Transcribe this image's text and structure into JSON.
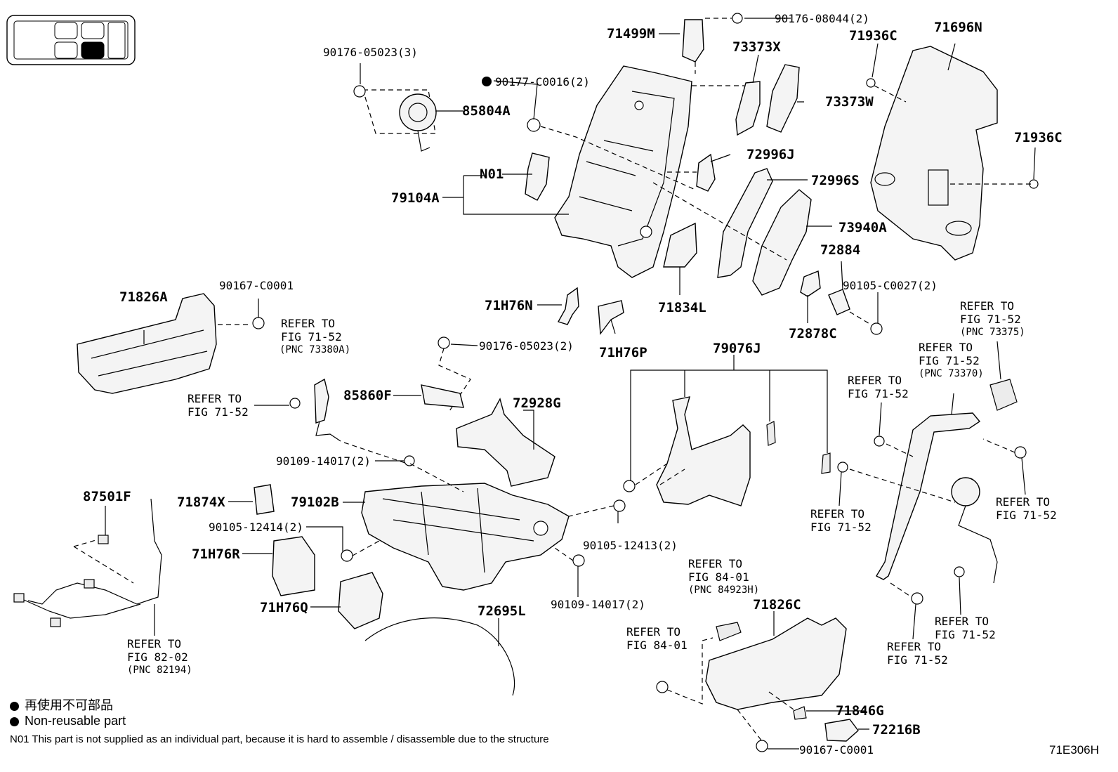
{
  "labels": {
    "p71499M": "71499M",
    "p90176_08044": "90176-08044(2)",
    "p71936C_a": "71936C",
    "p71696N": "71696N",
    "p73373X": "73373X",
    "p90176_05023_3": "90176-05023(3)",
    "p90177": "90177-C0016(2)",
    "p85804A": "85804A",
    "p73373W": "73373W",
    "p71936C_b": "71936C",
    "p72996J": "72996J",
    "pN01": "N01",
    "p79104A": "79104A",
    "p72996S": "72996S",
    "p73940A": "73940A",
    "p72884": "72884",
    "p90105_C0027": "90105-C0027(2)",
    "p71826A": "71826A",
    "p90167_C0001_a": "90167-C0001",
    "p71H76N": "71H76N",
    "p71834L": "71834L",
    "p72878C": "72878C",
    "p71H76P": "71H76P",
    "p79076J": "79076J",
    "p90176_05023_2": "90176-05023(2)",
    "p85860F": "85860F",
    "p72928G": "72928G",
    "p90109_14017_a": "90109-14017(2)",
    "p87501F": "87501F",
    "p71874X": "71874X",
    "p79102B": "79102B",
    "p90105_12414": "90105-12414(2)",
    "p71H76R": "71H76R",
    "p90105_12413": "90105-12413(2)",
    "p90109_14017_b": "90109-14017(2)",
    "p71H76Q": "71H76Q",
    "p72695L": "72695L",
    "p71826C": "71826C",
    "p71846G": "71846G",
    "p72216B": "72216B",
    "p90167_C0001_b": "90167-C0001"
  },
  "refs": {
    "r1": [
      "REFER TO",
      "FIG 71-52",
      "(PNC 73380A)"
    ],
    "r2": [
      "REFER TO",
      "FIG 71-52"
    ],
    "r3": [
      "REFER TO",
      "FIG 71-52",
      "(PNC 73375)"
    ],
    "r4": [
      "REFER TO",
      "FIG 71-52",
      "(PNC 73370)"
    ],
    "r5": [
      "REFER TO",
      "FIG 71-52"
    ],
    "r6": [
      "REFER TO",
      "FIG 71-52"
    ],
    "r7": [
      "REFER TO",
      "FIG 71-52"
    ],
    "r8": [
      "REFER TO",
      "FIG 82-02",
      "(PNC 82194)"
    ],
    "r9": [
      "REFER TO",
      "FIG 84-01",
      "(PNC 84923H)"
    ],
    "r10": [
      "REFER TO",
      "FIG 84-01"
    ],
    "r11": [
      "REFER TO",
      "FIG 71-52"
    ],
    "r12": [
      "REFER TO",
      "FIG 71-52"
    ]
  },
  "legend": {
    "jp": "再使用不可部品",
    "en": "Non-reusable part",
    "note": "N01 This part is not supplied as an individual part, because it is hard to assemble / disassemble due to the structure"
  },
  "figure_id": "71E306H"
}
